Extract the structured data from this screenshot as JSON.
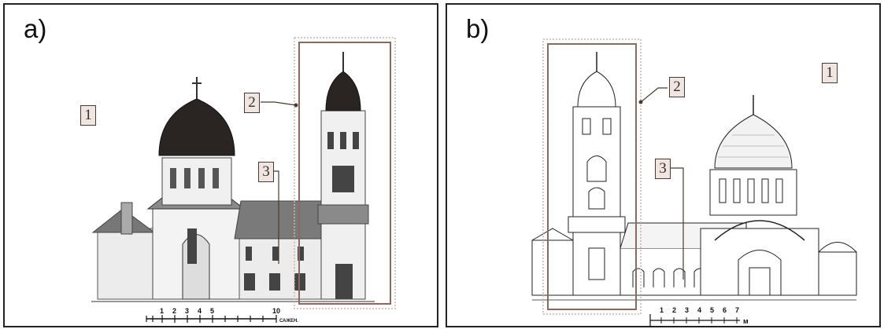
{
  "panels": [
    {
      "letter": "a)",
      "labels": {
        "one": "1",
        "two": "2",
        "three": "3"
      },
      "scale": {
        "ticks": [
          "1",
          "2",
          "3",
          "4",
          "5",
          "10"
        ],
        "unit": "САЖЕН."
      }
    },
    {
      "letter": "b)",
      "labels": {
        "one": "1",
        "two": "2",
        "three": "3"
      },
      "scale": {
        "ticks": [
          "1",
          "2",
          "3",
          "4",
          "5",
          "6",
          "7"
        ],
        "unit": "м"
      }
    }
  ],
  "colors": {
    "frame": "#222222",
    "highlight": "#8a6a5c",
    "label_fill": "#efe6e1",
    "dome": "#2a2422"
  }
}
